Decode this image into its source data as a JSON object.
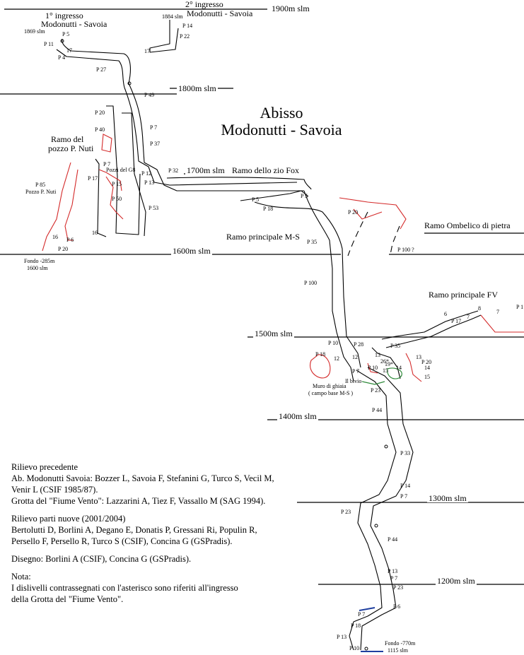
{
  "title": {
    "line1": "Abisso",
    "line2": "Modonutti - Savoia"
  },
  "levels": [
    "1900m slm",
    "1800m slm",
    "1700m slm",
    "1600m slm",
    "1500m slm",
    "1400m slm",
    "1300m slm",
    "1200m slm"
  ],
  "entrances": {
    "first": {
      "line1": "1° ingresso",
      "line2": "Modonutti - Savoia",
      "altitude": "1869 slm"
    },
    "second": {
      "line1": "2° ingresso",
      "line2": "Modonutti - Savoia",
      "altitude": "1884 slm"
    }
  },
  "branches": {
    "nuti": {
      "line1": "Ramo del",
      "line2": "pozzo P. Nuti"
    },
    "zio_fox": "Ramo dello zio Fox",
    "principale_ms": "Ramo principale M-S",
    "ombelico": "Ramo Ombelico di pietra",
    "principale_fv": "Ramo principale FV",
    "pozzi_g8": "Pozzi del G8",
    "pozzo_nuti": "Pozzo P. Nuti"
  },
  "bottoms": {
    "nuti": {
      "line1": "Fondo -285m",
      "line2": "1600 slm"
    },
    "main": {
      "line1": "Fondo -770m",
      "line2": "1115 slm"
    }
  },
  "features": {
    "bivio": "Il bivio",
    "muro_line1": "Muro di ghiaia",
    "muro_line2": "( campo base M-S )"
  },
  "pitches": {
    "p5a": "P 5",
    "p11": "P 11",
    "n17a": "17",
    "p4": "P 4",
    "p14a": "P 14",
    "p22": "P 22",
    "n17b": "17",
    "p27": "P 27",
    "p49": "P 49",
    "p20a": "P 20",
    "p40": "P 40",
    "p7a": "P 7",
    "p37": "P 37",
    "p7b": "P 7",
    "p32": "P 32",
    "p12a": "P 12",
    "p13a": "P 13",
    "p17a": "P 17",
    "p15a": "P 15",
    "p50": "P 50",
    "p53": "P 53",
    "n16a": "16",
    "p85": "P 85",
    "n16b": "16",
    "p6a": "P 6",
    "p20b": "P 20",
    "p5b": "P 5",
    "p18a": "P 18",
    "p5c": "P 5",
    "p20c": "P 20",
    "p35a": "P 35",
    "p100a": "P 100",
    "p100b": "P 100 ?",
    "n8": "8",
    "n7a": "7",
    "n7b": "7",
    "n6": "6",
    "p17b": "P 17",
    "p1x": "P 1",
    "p10a": "P 10",
    "p28": "P 28",
    "p35b": "P 35",
    "p18b": "P 18",
    "n12a": "12",
    "n12b": "12",
    "n13a": "13",
    "p7c": "P 7",
    "p10b": "P 10",
    "n15a": "15",
    "n14a": "14",
    "n13b": "13",
    "p20d": "P 20",
    "n14b": "14",
    "n15b": "15",
    "p23a": "P 23",
    "p44a": "P 44",
    "p33": "P 33",
    "p14b": "P 14",
    "p7d": "P 7",
    "p23b": "P 23",
    "p44b": "P 44",
    "p13b": "P 13",
    "p7e": "P 7",
    "p23c": "P 23",
    "p6b": "P 6",
    "p7f": "P 7",
    "p18c": "P 18",
    "p13c": "P 13",
    "p10c": "P 10",
    "s26": "26*",
    "s19": "19*"
  },
  "notes": {
    "prev_heading": "Rilievo precedente",
    "prev_line1": "Ab. Modonutti Savoia: Bozzer L, Savoia F, Stefanini G, Turco S, Vecil M,",
    "prev_line2": "Venir L (CSIF 1985/87).",
    "prev_line3": "Grotta del \"Fiume Vento\": Lazzarini A, Tiez F, Vassallo M (SAG 1994).",
    "new_heading": "Rilievo parti nuove (2001/2004)",
    "new_line1": "Bertolutti D, Borlini A, Degano E, Donatis P, Gressani Ri, Populin R,",
    "new_line2": "Persello F, Persello R, Turco S (CSIF), Concina G (GSPradis).",
    "drawing": "Disegno: Borlini A (CSIF), Concina G (GSPradis).",
    "nota_heading": "Nota:",
    "nota_line1": "I dislivelli contrassegnati con l'asterisco sono riferiti all'ingresso",
    "nota_line2": "della Grotta del \"Fiume Vento\"."
  },
  "colors": {
    "line": "#000000",
    "new_parts": "#d42a2a",
    "green": "#2f8a3a",
    "blue": "#1f3f9f"
  }
}
